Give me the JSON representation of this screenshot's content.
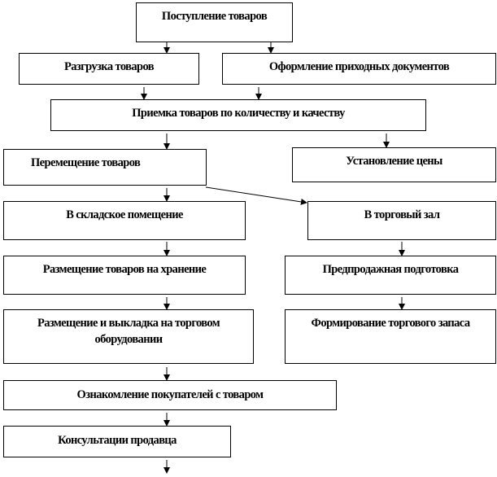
{
  "diagram": {
    "nodes": [
      {
        "id": "receipt",
        "label": "Поступление товаров"
      },
      {
        "id": "unloading",
        "label": "Разгрузка товаров"
      },
      {
        "id": "documents",
        "label": "Оформление приходных документов"
      },
      {
        "id": "acceptance",
        "label": "Приемка товаров по количеству и качеству"
      },
      {
        "id": "moving",
        "label": "Перемещение товаров"
      },
      {
        "id": "pricing",
        "label": "Установление цены"
      },
      {
        "id": "warehouse",
        "label": "В складское помещение"
      },
      {
        "id": "salesfloor",
        "label": "В торговый зал"
      },
      {
        "id": "storage",
        "label": "Размещение товаров на хранение"
      },
      {
        "id": "presale",
        "label": "Предпродажная подготовка"
      },
      {
        "id": "display",
        "label": "Размещение и выкладка на торговом оборудовании"
      },
      {
        "id": "stock",
        "label": "Формирование торгового запаса"
      },
      {
        "id": "familiarization",
        "label": "Ознакомление покупателей с товаром"
      },
      {
        "id": "consultation",
        "label": "Консультации продавца"
      }
    ],
    "edges": [
      [
        "receipt",
        "unloading"
      ],
      [
        "receipt",
        "documents"
      ],
      [
        "unloading",
        "acceptance"
      ],
      [
        "documents",
        "acceptance"
      ],
      [
        "acceptance",
        "moving"
      ],
      [
        "acceptance",
        "pricing"
      ],
      [
        "moving",
        "warehouse"
      ],
      [
        "moving",
        "salesfloor"
      ],
      [
        "warehouse",
        "storage"
      ],
      [
        "salesfloor",
        "presale"
      ],
      [
        "storage",
        "display"
      ],
      [
        "presale",
        "stock"
      ],
      [
        "display",
        "familiarization"
      ],
      [
        "familiarization",
        "consultation"
      ],
      [
        "consultation",
        "next"
      ]
    ]
  }
}
